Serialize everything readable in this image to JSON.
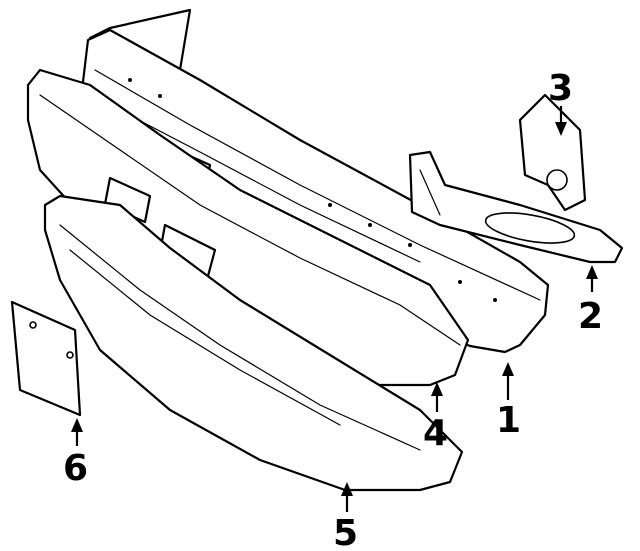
{
  "diagram": {
    "callouts": [
      {
        "id": "1",
        "label": "1",
        "part": "bumper-face-bar"
      },
      {
        "id": "2",
        "label": "2",
        "part": "mounting-bracket"
      },
      {
        "id": "3",
        "label": "3",
        "part": "support-plate"
      },
      {
        "id": "4",
        "label": "4",
        "part": "bumper-end-cap"
      },
      {
        "id": "5",
        "label": "5",
        "part": "lower-valance"
      },
      {
        "id": "6",
        "label": "6",
        "part": "license-plate-bracket"
      }
    ],
    "colors": {
      "line": "#000000",
      "background": "#ffffff"
    }
  }
}
